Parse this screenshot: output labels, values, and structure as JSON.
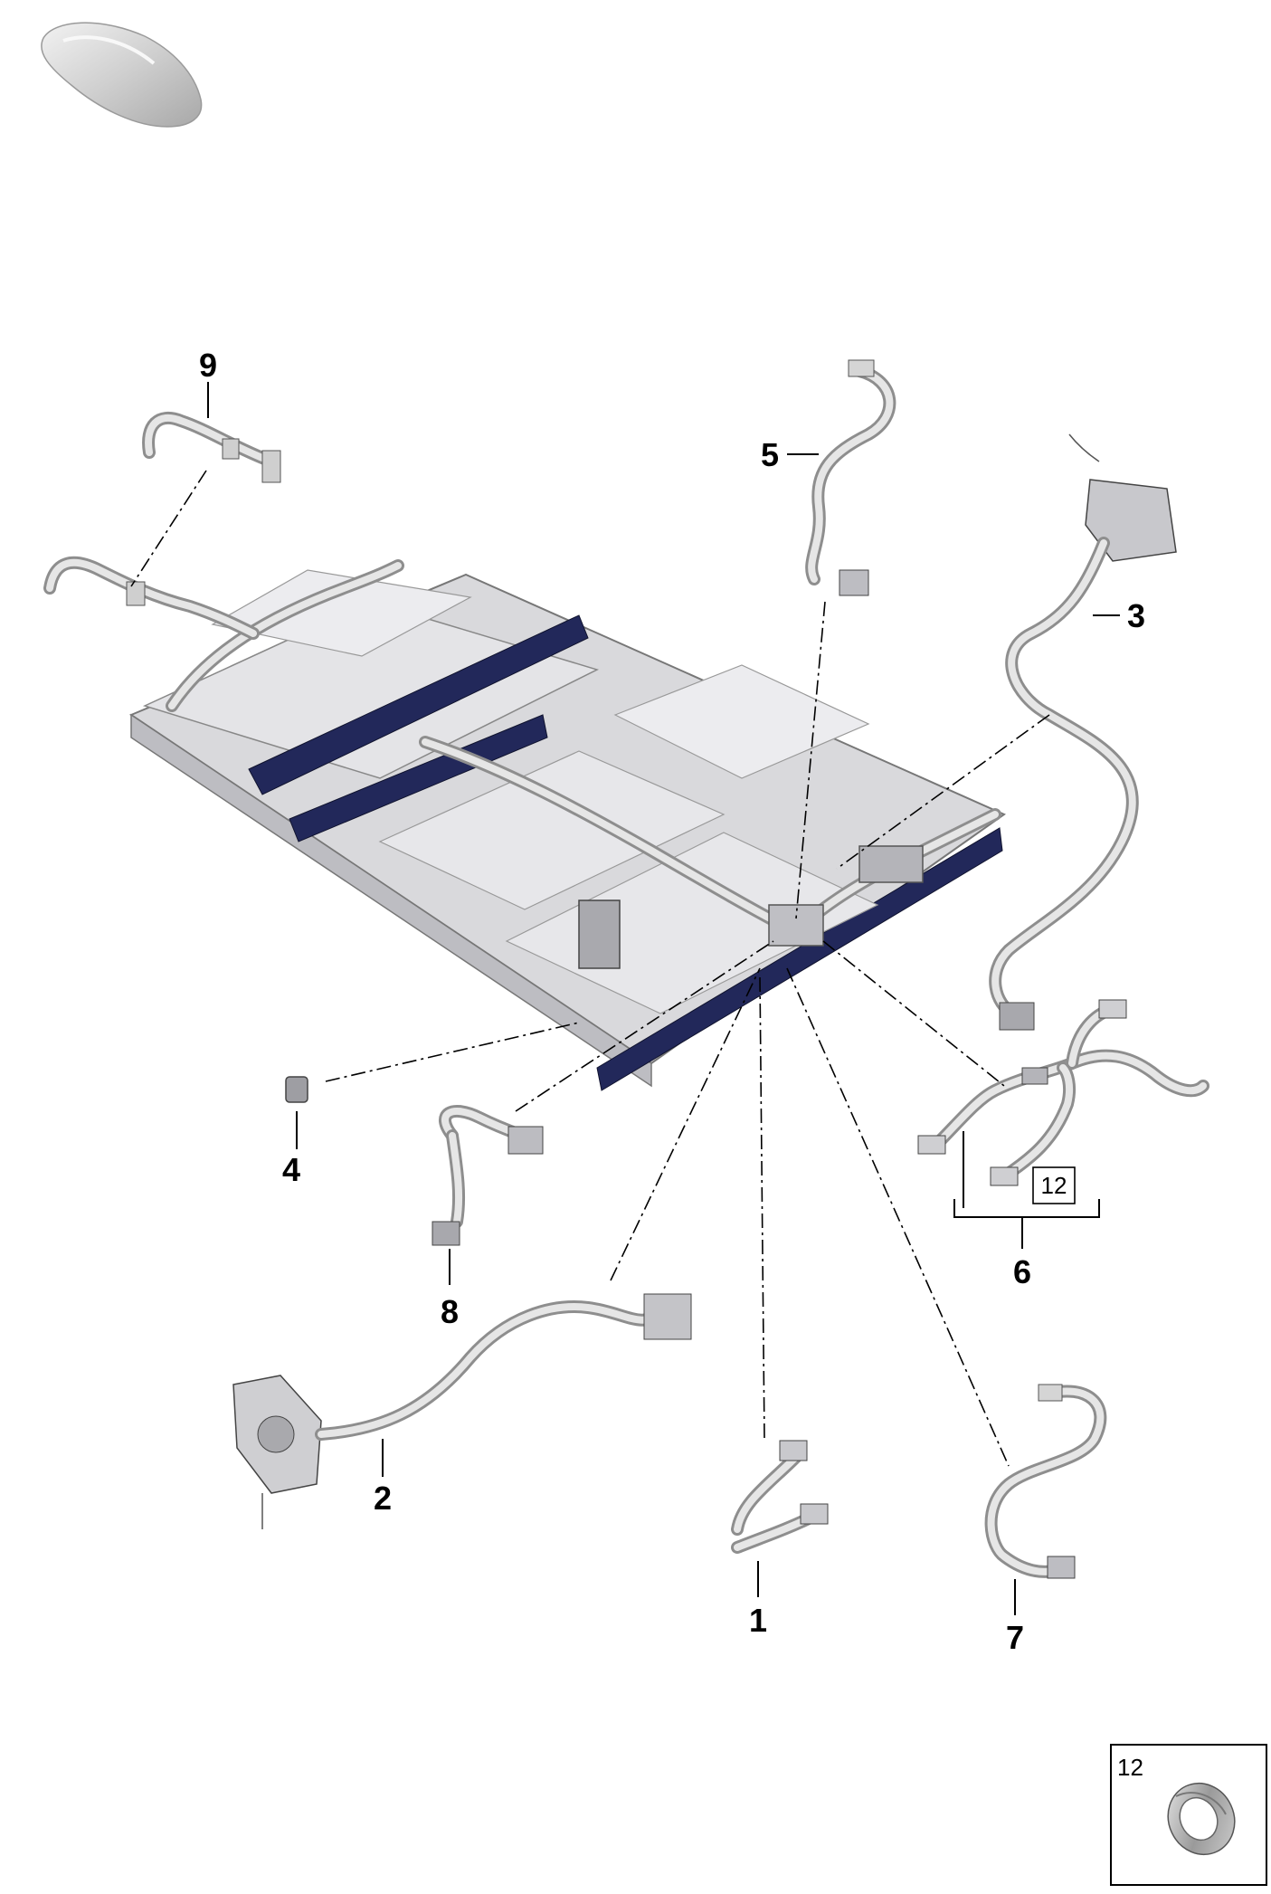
{
  "callouts": {
    "c1": "1",
    "c2": "2",
    "c3": "3",
    "c4": "4",
    "c5": "5",
    "c6": "6",
    "c7": "7",
    "c8": "8",
    "c9": "9"
  },
  "part6_box_label": "12",
  "detail_box_label": "12",
  "colors": {
    "battery_dark_strip": "#22285a",
    "battery_body": "#d9d9dc",
    "cable": "#c8c8c8",
    "line": "#000000"
  },
  "icons": [
    "vehicle-silhouette-icon",
    "seal-ring-icon"
  ]
}
